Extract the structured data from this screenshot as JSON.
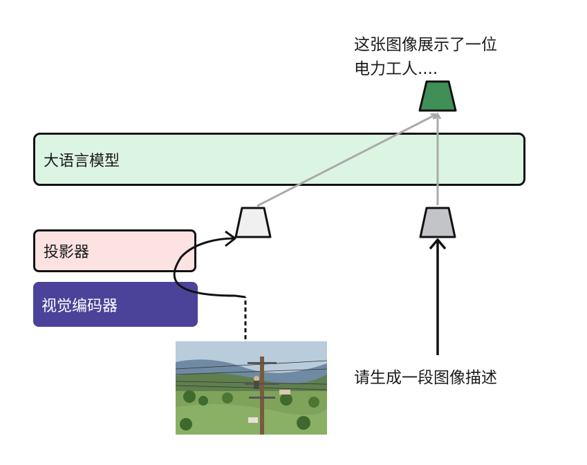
{
  "llm": {
    "label": "大语言模型"
  },
  "projector": {
    "label": "投影器"
  },
  "vision_encoder": {
    "label": "视觉编码器"
  },
  "output": {
    "line1": "这张图像展示了一位",
    "line2": "电力工人...."
  },
  "prompt": {
    "text": "请生成一段图像描述"
  },
  "colors": {
    "llm_fill": "#dcf5e3",
    "projector_fill": "#fde2e2",
    "encoder_fill": "#4b4399",
    "output_token": "#3f8f57",
    "image_token": "#f0f0f0",
    "text_token": "#c2c4c8"
  }
}
